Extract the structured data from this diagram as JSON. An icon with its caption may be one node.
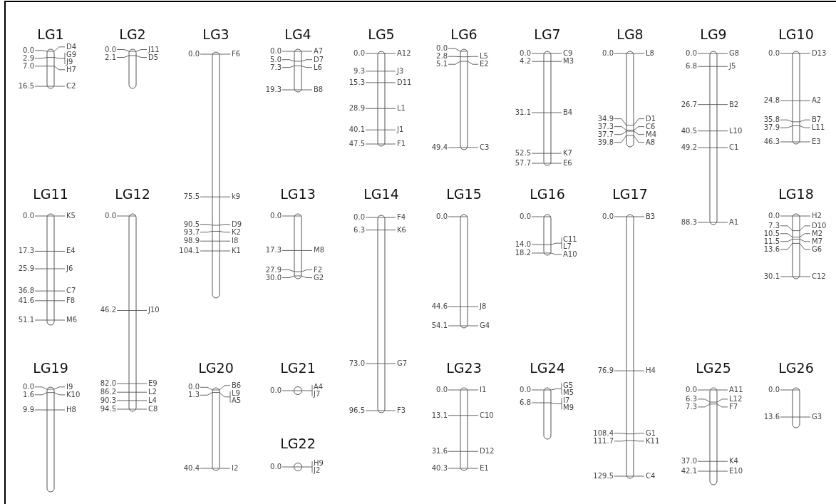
{
  "diagram": {
    "nodes": [
      {
        "text": [
          "LG1"
        ],
        "beside": [
          "0.0",
          "D4",
          "2.9",
          "G9",
          "J9",
          "7.0",
          "H7",
          "16.5",
          "C2"
        ]
      },
      {
        "text": [
          "LG2"
        ],
        "beside": [
          "0.0",
          "J11",
          "2.1",
          "D5"
        ]
      },
      {
        "text": [
          "LG3"
        ],
        "beside": [
          "0.0",
          "F6",
          "75.5",
          "k9",
          "90.5",
          "D9",
          "93.7",
          "K2",
          "98.9",
          "I8",
          "104.1",
          "K1"
        ]
      },
      {
        "text": [
          "LG4"
        ],
        "beside": [
          "0.0",
          "A7",
          "5.0",
          "D7",
          "7.3",
          "L6",
          "19.3",
          "B8"
        ]
      },
      {
        "text": [
          "LG5"
        ],
        "beside": [
          "0.0",
          "A12",
          "9.3",
          "J3",
          "15.3",
          "D11",
          "28.9",
          "L1",
          "40.1",
          "J1",
          "47.5",
          "F1"
        ]
      },
      {
        "text": [
          "LG6"
        ],
        "beside": [
          "0.0",
          "2.8",
          "L5",
          "5.1",
          "E2",
          "49.4",
          "C3"
        ]
      },
      {
        "text": [
          "LG7"
        ],
        "beside": [
          "0.0",
          "C9",
          "4.2",
          "M3",
          "31.1",
          "B4",
          "52.5",
          "K7",
          "57.7",
          "E6"
        ]
      },
      {
        "text": [
          "LG8"
        ],
        "beside": [
          "0.0",
          "L8",
          "34.9",
          "D1",
          "37.3",
          "C6",
          "37.7",
          "M4",
          "39.8",
          "A8"
        ]
      },
      {
        "text": [
          "LG9"
        ],
        "beside": [
          "0.0",
          "G8",
          "6.8",
          "J5",
          "26.7",
          "B2",
          "40.5",
          "L10",
          "49.2",
          "C1",
          "88.3",
          "A1"
        ]
      },
      {
        "text": [
          "LG10"
        ],
        "beside": [
          "0.0",
          "D13",
          "24.8",
          "A2",
          "35.8",
          "B7",
          "37.9",
          "L11",
          "46.3",
          "E3"
        ]
      },
      {
        "text": [
          "LG11"
        ],
        "beside": [
          "0.0",
          "K5",
          "17.3",
          "E4",
          "25.9",
          "J6",
          "36.8",
          "C7",
          "41.6",
          "F8",
          "51.1",
          "M6"
        ]
      },
      {
        "text": [
          "LG12"
        ],
        "beside": [
          "0.0",
          "46.2",
          "J10",
          "82.0",
          "E9",
          "86.2",
          "L2",
          "90.3",
          "L4",
          "94.5",
          "C8"
        ]
      },
      {
        "text": [
          "LG13"
        ],
        "beside": [
          "0.0",
          "17.3",
          "M8",
          "27.9",
          "F2",
          "30.0",
          "G2"
        ]
      },
      {
        "text": [
          "LG14"
        ],
        "beside": [
          "0.0",
          "F4",
          "6.3",
          "K6",
          "73.0",
          "G7",
          "96.5",
          "F3"
        ]
      },
      {
        "text": [
          "LG15"
        ],
        "beside": [
          "0.0",
          "44.6",
          "J8",
          "54.1",
          "G4"
        ]
      },
      {
        "text": [
          "LG16"
        ],
        "beside": [
          "0.0",
          "14.0",
          "C11",
          "L7",
          "18.2",
          "A10"
        ]
      },
      {
        "text": [
          "LG17"
        ],
        "beside": [
          "0.0",
          "B3",
          "76.9",
          "H4",
          "108.4",
          "G1",
          "111.7",
          "K11",
          "129.5",
          "C4"
        ]
      },
      {
        "text": [
          "LG18"
        ],
        "beside": [
          "0.0",
          "H2",
          "7.3",
          "D10",
          "10.5",
          "M2",
          "11.5",
          "M7",
          "13.6",
          "G6",
          "30.1",
          "C12"
        ]
      },
      {
        "text": [
          "LG19"
        ],
        "beside": [
          "0.0",
          "I9",
          "1.6",
          "K10",
          "9.9",
          "H8"
        ]
      },
      {
        "text": [
          "LG20"
        ],
        "beside": [
          "0.0",
          "B6",
          "1.3",
          "L9",
          "A5",
          "40.4",
          "I2"
        ]
      },
      {
        "text": [
          "LG21"
        ],
        "beside": [
          "0.0",
          "A4",
          "J7"
        ]
      },
      {
        "text": [
          "LG22"
        ],
        "beside": [
          "0.0",
          "H9",
          "J2"
        ]
      },
      {
        "text": [
          "LG23"
        ],
        "beside": [
          "0.0",
          "I1",
          "13.1",
          "C10",
          "31.6",
          "D12",
          "40.3",
          "E1"
        ]
      },
      {
        "text": [
          "LG24"
        ],
        "beside": [
          "0.0",
          "G5",
          "M5",
          "6.8",
          "I7",
          "M9"
        ]
      },
      {
        "text": [
          "LG25"
        ],
        "beside": [
          "0.0",
          "A11",
          "6.3",
          "L12",
          "7.3",
          "F7",
          "37.0",
          "K4",
          "42.1",
          "E10"
        ]
      },
      {
        "text": [
          "LG26"
        ],
        "beside": [
          "0.0",
          "13.6",
          "G3"
        ]
      }
    ]
  }
}
